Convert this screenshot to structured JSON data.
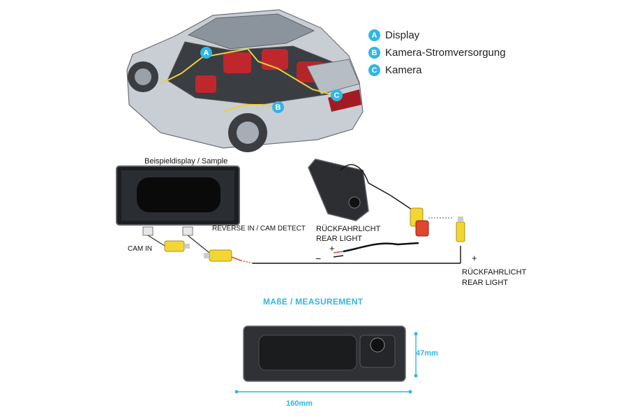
{
  "legend": {
    "items": [
      {
        "badge": "A",
        "label": "Display"
      },
      {
        "badge": "B",
        "label": "Kamera-Stromversorgung"
      },
      {
        "badge": "C",
        "label": "Kamera"
      }
    ]
  },
  "car": {
    "markers": [
      "A",
      "B",
      "C"
    ]
  },
  "wiring": {
    "display_caption": "Beispieldisplay / Sample",
    "cam_in": "CAM IN",
    "reverse_in": "REVERSE IN / CAM DETECT",
    "rear_light_mid_1": "RÜCKFAHRLICHT",
    "rear_light_mid_2": "REAR LIGHT",
    "rear_light_right_1": "RÜCKFAHRLICHT",
    "rear_light_right_2": "REAR LIGHT",
    "plus_mid": "+",
    "minus_mid": "−",
    "plus_right": "+"
  },
  "measurement": {
    "title": "MAßE / MEASUREMENT",
    "height": "47mm",
    "width": "160mm"
  },
  "colors": {
    "accent": "#2fb7e3",
    "wire_yellow": "#e7d23a",
    "rca_yellow": "#f3d633",
    "rca_red": "#e0452d"
  }
}
